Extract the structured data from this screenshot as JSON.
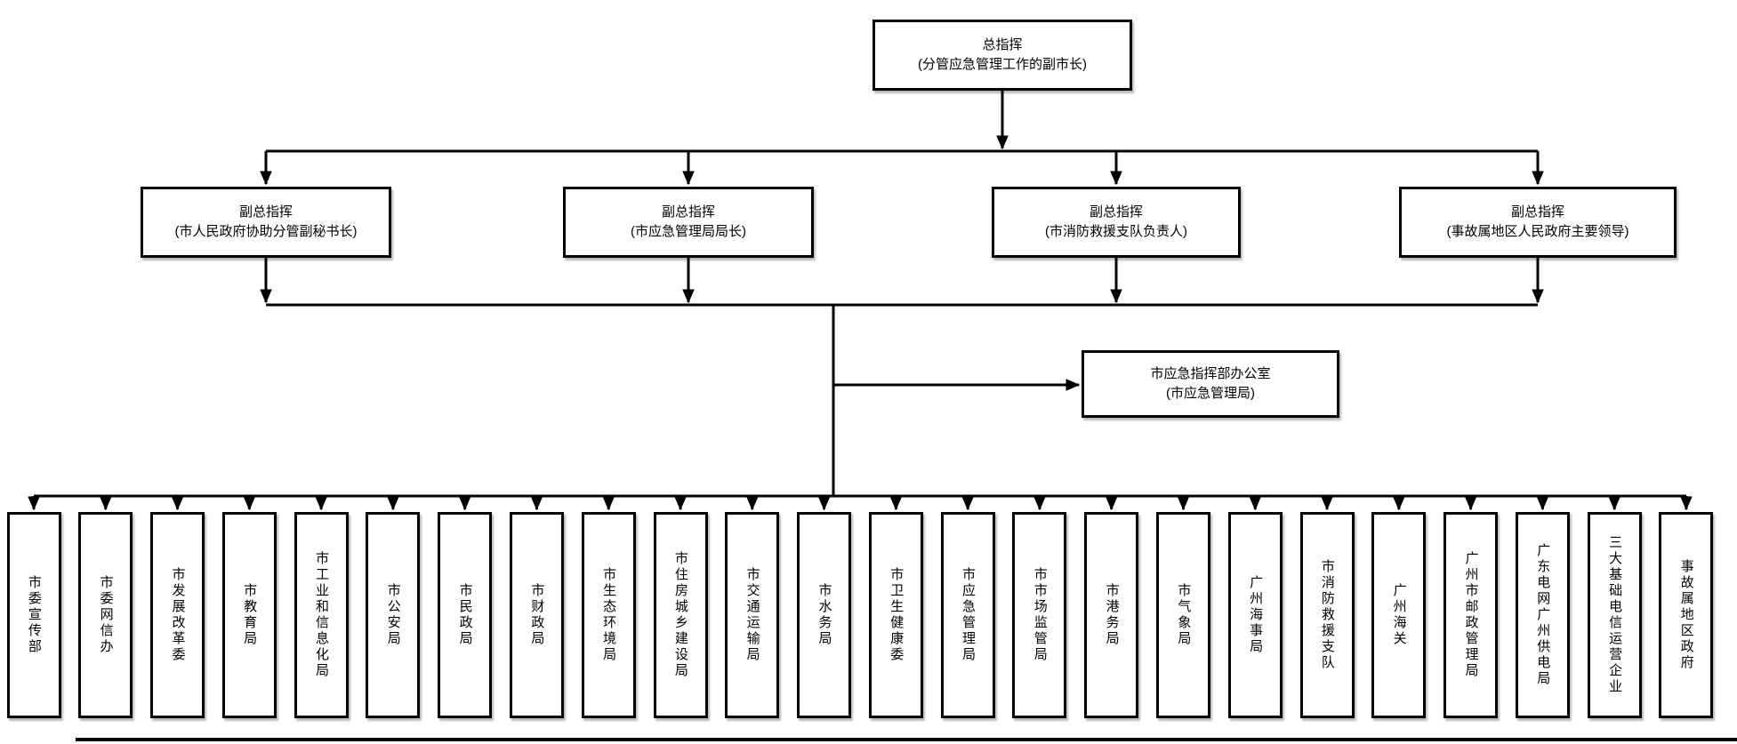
{
  "diagram": {
    "background": "#ffffff",
    "box_fill": "#ffffff",
    "box_border_color": "#000000",
    "line_color": "#000000"
  },
  "nodes": {
    "commander": {
      "title": "总指挥",
      "subtitle": "(分管应急管理工作的副市长)"
    },
    "deputies": [
      {
        "title": "副总指挥",
        "subtitle": "(市人民政府协助分管副秘书长)"
      },
      {
        "title": "副总指挥",
        "subtitle": "(市应急管理局局长)"
      },
      {
        "title": "副总指挥",
        "subtitle": "(市消防救援支队负责人)"
      },
      {
        "title": "副总指挥",
        "subtitle": "(事故属地区人民政府主要领导)"
      }
    ],
    "office": {
      "title": "市应急指挥部办公室",
      "subtitle": "(市应急管理局)"
    },
    "departments": [
      "市委宣传部",
      "市委网信办",
      "市发展改革委",
      "市教育局",
      "市工业和信息化局",
      "市公安局",
      "市民政局",
      "市财政局",
      "市生态环境局",
      "市住房城乡建设局",
      "市交通运输局",
      "市水务局",
      "市卫生健康委",
      "市应急管理局",
      "市市场监管局",
      "市港务局",
      "市气象局",
      "广州海事局",
      "市消防救援支队",
      "广州海关",
      "广州市邮政管理局",
      "广东电网广州供电局",
      "三大基础电信运营企业",
      "事故属地区政府"
    ]
  }
}
